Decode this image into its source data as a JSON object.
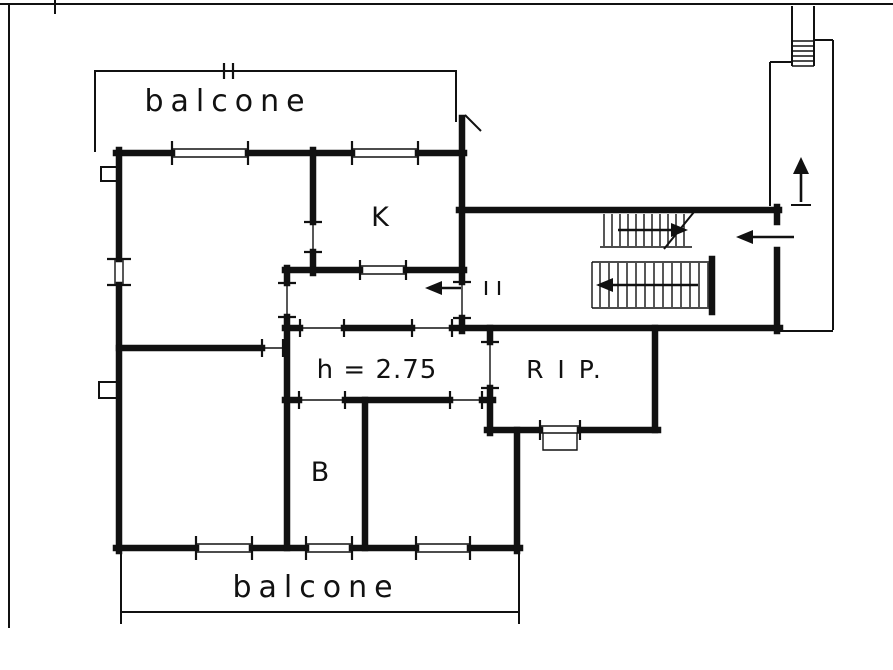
{
  "floorplan": {
    "background_color": "#ffffff",
    "ink_color": "#111111",
    "labels": {
      "balcony_top": "balcone",
      "kitchen": "K",
      "ceiling_height": "h = 2.75",
      "storage": "R I P.",
      "bathroom": "B",
      "balcony_bottom": "balcone"
    }
  }
}
